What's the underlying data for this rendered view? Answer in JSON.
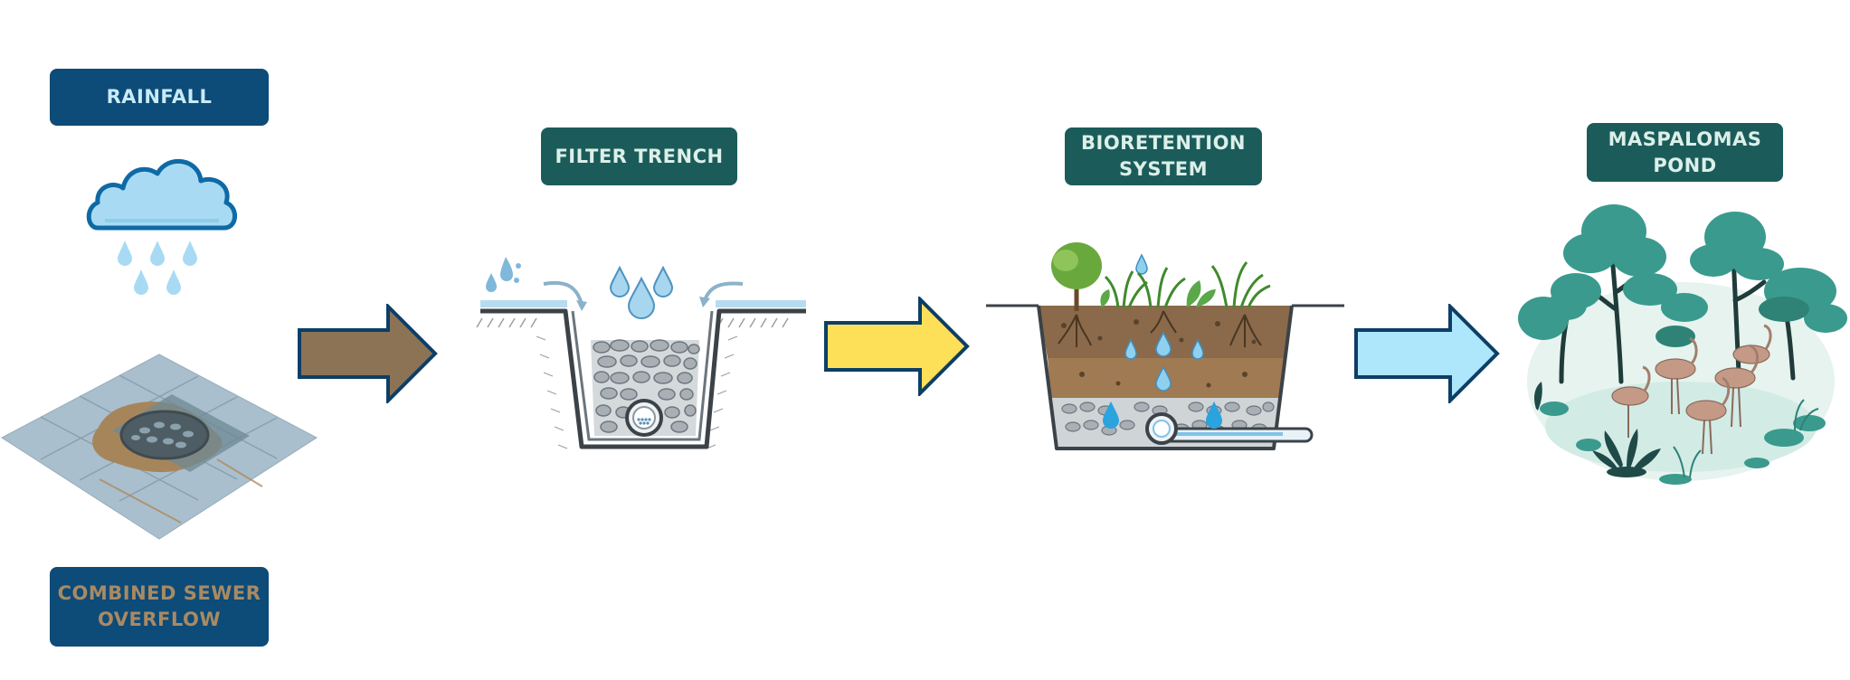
{
  "labels": {
    "rainfall": "RAINFALL",
    "combined_sewer_overflow": "COMBINED SEWER\nOVERFLOW",
    "filter_trench": "FILTER TRENCH",
    "bioretention_system": "BIORETENTION\nSYSTEM",
    "maspalomas_pond": "MASPALOMAS\nPOND"
  },
  "colors": {
    "navy_box": "#0d4b78",
    "teal_box": "#1b5c5a",
    "rainfall_text": "#c8ebf8",
    "cso_text": "#a98a63",
    "stage_text": "#dcefe9",
    "arrow_brown": "#8c7356",
    "arrow_yellow": "#fde057",
    "arrow_lightblue": "#aee6fb",
    "arrow_outline": "#0d3e66"
  },
  "flow": [
    "rainfall",
    "filter_trench",
    "bioretention_system",
    "maspalomas_pond"
  ]
}
